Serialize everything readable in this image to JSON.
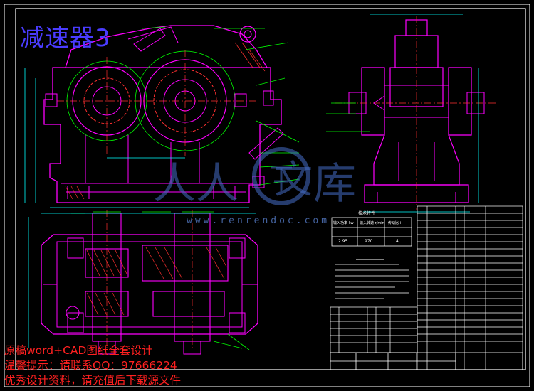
{
  "title": "减速器3",
  "watermark": {
    "ren": "人人",
    "wen": "文",
    "ku": "库",
    "url": "www.renrendoc.com"
  },
  "promo": {
    "line1": "原稿word+CAD图纸全套设计",
    "line2": "温馨提示：请联系QQ：97666224",
    "line3": "优秀设计资料，请充值后下载源文件"
  },
  "colors": {
    "background": "#000000",
    "frame": "#ffffff",
    "outline": "#ff00ff",
    "centerline": "#ff3030",
    "dimension": "#00ffff",
    "leader": "#00ff00",
    "hatch": "#ff3030",
    "table": "#ffffff"
  },
  "tech_table": {
    "title": "技术特性",
    "headers": [
      "输入功率 kw",
      "输入转速 r/min",
      "传动比 i"
    ],
    "values": [
      "2.95",
      "970",
      "4"
    ]
  }
}
